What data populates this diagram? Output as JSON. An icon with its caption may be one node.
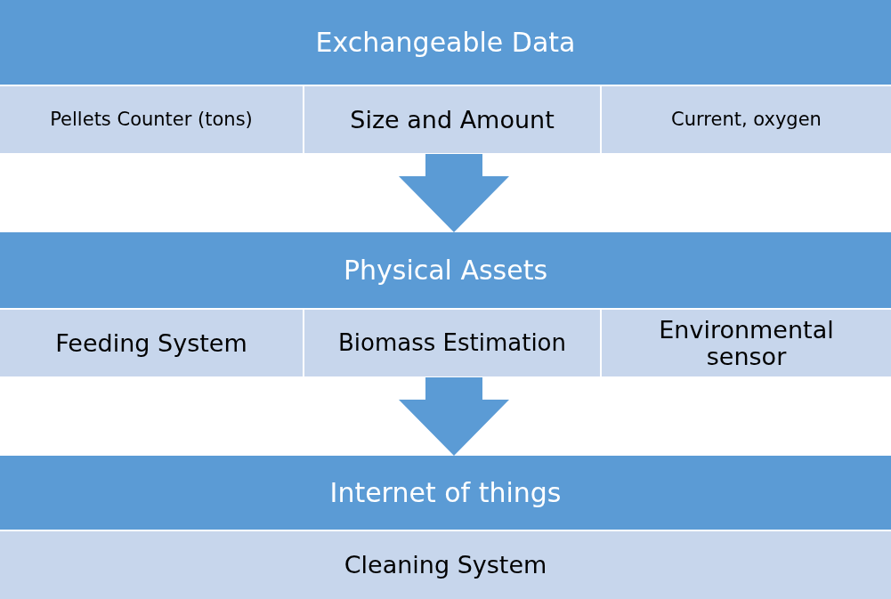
{
  "diagram": {
    "nodes": [
      {
        "text": [
          "Exchangeable Data"
        ]
      },
      {
        "text": [
          "Pellets Counter (tons)"
        ]
      },
      {
        "text": [
          "Size and Amount"
        ]
      },
      {
        "text": [
          "Current, oxygen"
        ]
      },
      {
        "text": [
          "Physical Assets"
        ]
      },
      {
        "text": [
          "Feeding System"
        ]
      },
      {
        "text": [
          "Biomass Estimation"
        ]
      },
      {
        "text": [
          "Environmental sensor"
        ]
      },
      {
        "text": [
          "Internet of things"
        ]
      },
      {
        "text": [
          "Cleaning System"
        ]
      }
    ],
    "edges": [
      {
        "from": 2,
        "to": 4,
        "arrow": "to"
      },
      {
        "from": 6,
        "to": 8,
        "arrow": "to"
      }
    ]
  }
}
